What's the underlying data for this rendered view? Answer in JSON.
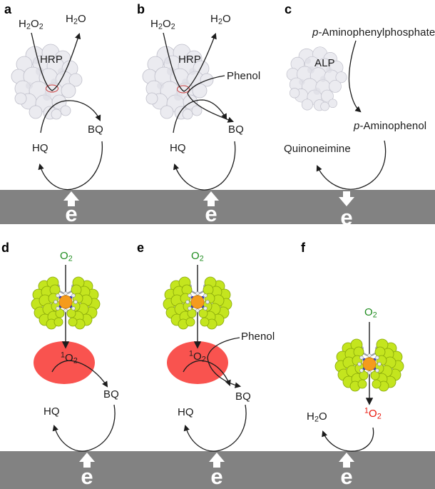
{
  "figure": {
    "description": "Mechanism schemes of enzymatic (HRP, ALP) and catalyst singlet-oxygen electrochemical detection at electrode surfaces",
    "electrode_rows": 2,
    "panel_count": 6
  },
  "colors": {
    "electrode_gray": "#828282",
    "singlet_oxygen_fill": "#f9534f",
    "oxygen_green": "#1f8c1f",
    "singlet_oxygen_text_red": "#e91308",
    "arrow_black": "#1c1c1c",
    "catalyst_sphere_green": "#c4e51e",
    "catalyst_center_orange": "#f59b1d",
    "protein_gray": "#ebebf0",
    "heme_red": "#cc4040"
  },
  "panels": {
    "a": {
      "letter": "a",
      "enzyme": "HRP",
      "substrate": "H~2~O~2~",
      "product": "H~2~O",
      "oxidized": "BQ",
      "reduced": "HQ",
      "electron": "e"
    },
    "b": {
      "letter": "b",
      "enzyme": "HRP",
      "substrate": "H~2~O~2~",
      "product": "H~2~O",
      "mediator": "Phenol",
      "oxidized": "BQ",
      "reduced": "HQ",
      "electron": "e"
    },
    "c": {
      "letter": "c",
      "enzyme": "ALP",
      "substrate": "*p*-Aminophenylphosphate",
      "product": "*p*-Aminophenol",
      "oxidized_product": "Quinoneimine",
      "electron": "e"
    },
    "d": {
      "letter": "d",
      "input": "O~2~",
      "reactive_species": "^1^O~2~",
      "oxidized": "BQ",
      "reduced": "HQ",
      "electron": "e"
    },
    "e": {
      "letter": "e",
      "input": "O~2~",
      "reactive_species": "^1^O~2~",
      "mediator": "Phenol",
      "oxidized": "BQ",
      "reduced": "HQ",
      "electron": "e"
    },
    "f": {
      "letter": "f",
      "input": "O~2~",
      "reactive_species": "^1^O~2~",
      "product": "H~2~O",
      "electron": "e"
    }
  }
}
